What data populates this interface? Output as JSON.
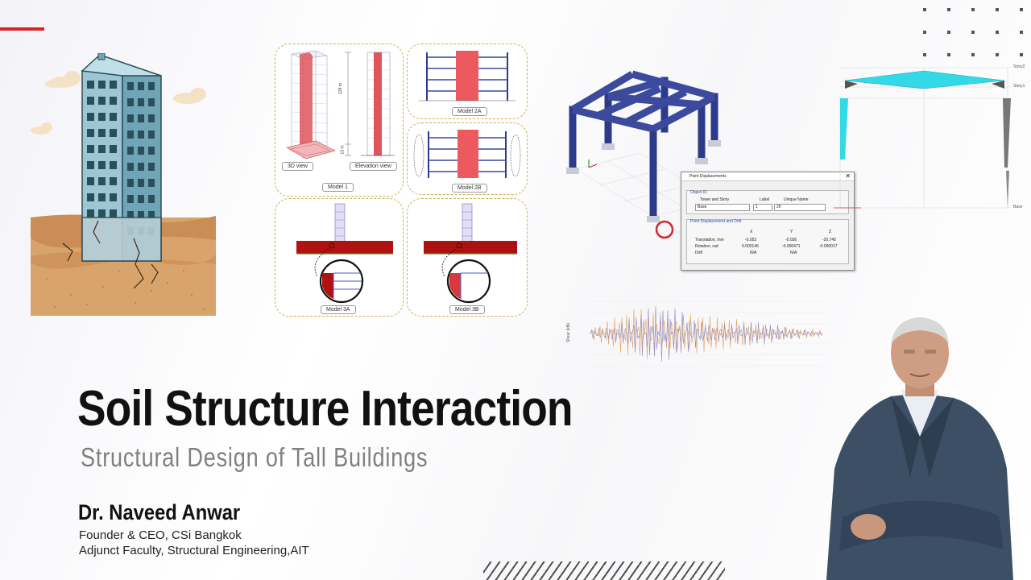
{
  "title": "Soil Structure Interaction",
  "subtitle": "Structural Design of Tall Buildings",
  "author": "Dr. Naveed Anwar",
  "roles": [
    "Founder & CEO, CSi Bangkok",
    "Adjunct Faculty, Structural Engineering,AIT"
  ],
  "colors": {
    "accent": "#d6252a",
    "title": "#111111",
    "subtitle": "#808080"
  },
  "models": {
    "model1": {
      "caption": "Model 1",
      "view_3d": "3D view",
      "elevation": "Elevation view",
      "dim_top": "126 m",
      "dim_bottom": "13 m"
    },
    "model2a": "Model 2A",
    "model2b": "Model 2B",
    "model3a": "Model 3A",
    "model3b": "Model 3B"
  },
  "dialog": {
    "title": "Point Displacements",
    "group_object": "Object ID",
    "headers": [
      "Tower and Story",
      "Label",
      "Unique Name"
    ],
    "row": [
      "Base",
      "1",
      "20"
    ],
    "group_disp": "Point Displacement and Drift",
    "axes": [
      "X",
      "Y",
      "Z"
    ],
    "rows": [
      {
        "label": "Translation, mm",
        "values": [
          "-0.053",
          "-0.036",
          "-20.745"
        ]
      },
      {
        "label": "Rotation, rad",
        "values": [
          "0.000146",
          "-0.000471",
          "-0.000017"
        ]
      },
      {
        "label": "Drift",
        "values": [
          "N/A",
          "N/A",
          ""
        ]
      }
    ]
  },
  "frame_labels": {
    "story2": "Story2",
    "story1": "Story1",
    "base": "Base"
  },
  "chart": {
    "ylabel": "Shear (kN)"
  }
}
